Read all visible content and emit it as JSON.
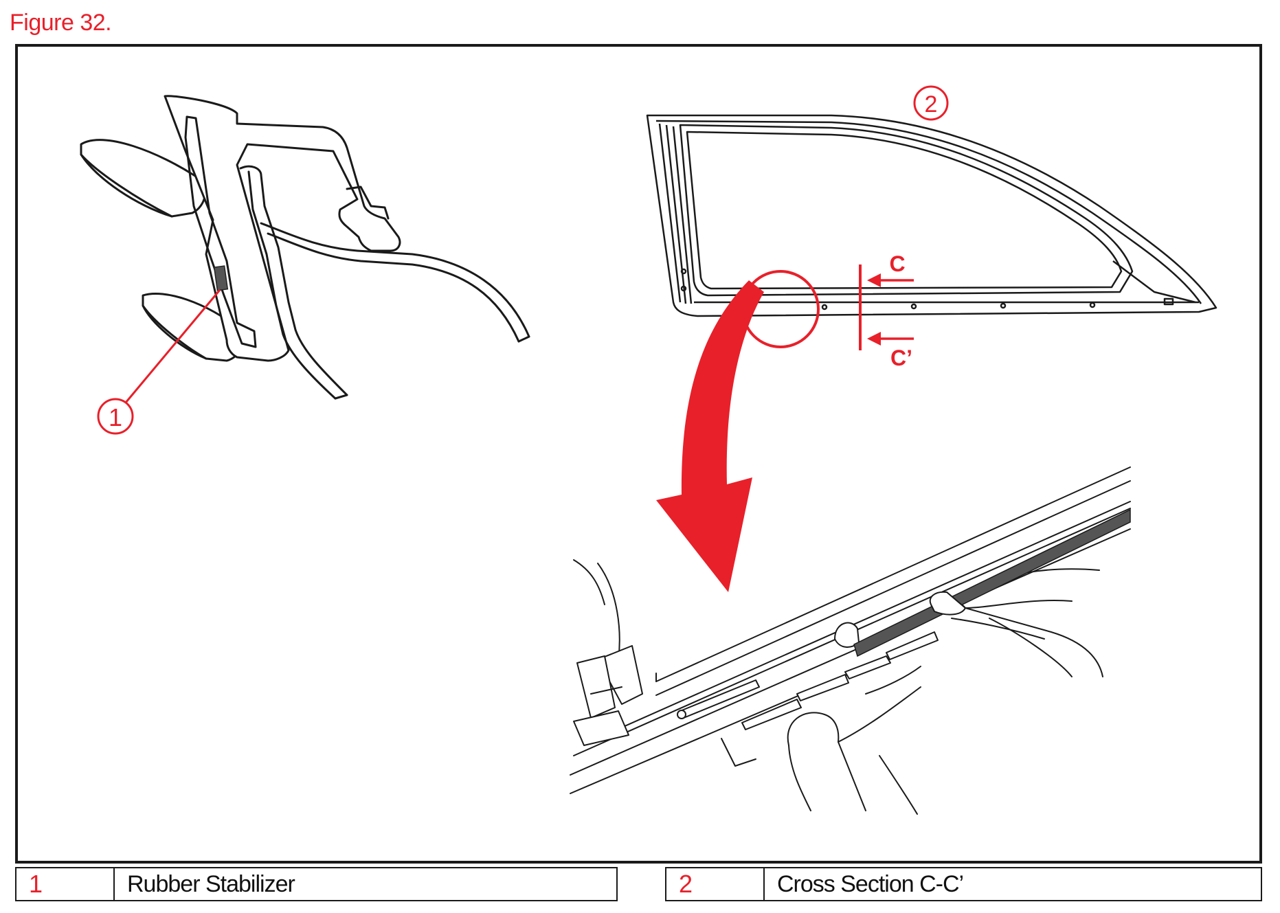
{
  "figure_title": "Figure 32.",
  "callouts": {
    "one": "1",
    "two": "2"
  },
  "section_marks": {
    "c": "C",
    "c_prime": "C’"
  },
  "legend": [
    {
      "number": "1",
      "description": "Rubber Stabilizer"
    },
    {
      "number": "2",
      "description": "Cross Section C-C’"
    }
  ],
  "colors": {
    "accent_red": "#e8202a",
    "line_black": "#1a1a1a",
    "stabilizer_gray": "#555555"
  }
}
